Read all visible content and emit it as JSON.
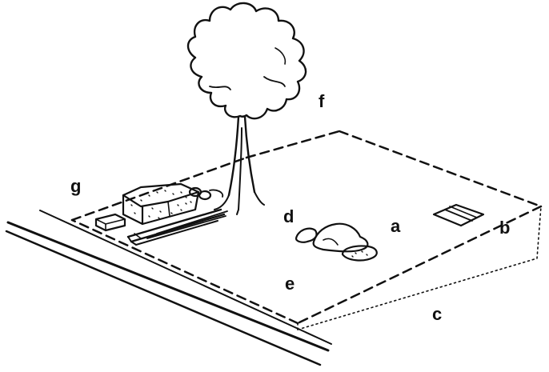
{
  "diagram": {
    "labels": {
      "a": "a",
      "b": "b",
      "c": "c",
      "d": "d",
      "e": "e",
      "f": "f",
      "g": "g"
    },
    "colors": {
      "ink": "#111111",
      "background": "#ffffff"
    }
  }
}
